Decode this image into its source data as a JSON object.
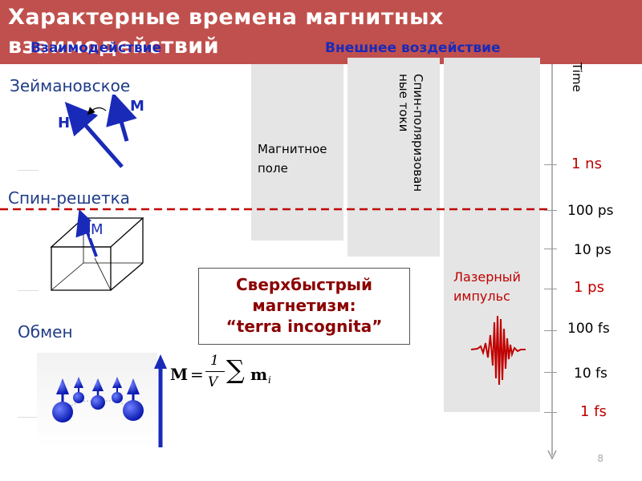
{
  "slide": {
    "title": "Характерные времена магнитных взаимодействий",
    "page_number": "8"
  },
  "columns": {
    "interactions": "Взаимодействие",
    "external": "Внешнее воздействие"
  },
  "interactions": {
    "zeeman": {
      "label": "Зеймановское",
      "h": "H",
      "m": "M"
    },
    "spin_lattice": {
      "label": "Спин-решетка",
      "m": "M"
    },
    "exchange": {
      "label": "Обмен"
    }
  },
  "formula": {
    "lhs": "M",
    "eq": "=",
    "num": "1",
    "den": "V",
    "sum": "∑",
    "term": "m",
    "sub": "i"
  },
  "external": {
    "magnetic_field": "Магнитное поле",
    "spin_currents": "Спин-поляризованные токи",
    "laser_pulse": "Лазерный импульс"
  },
  "callout": {
    "line1": "Сверхбыстрый",
    "line2": "магнетизм:",
    "line3": "“terra incognita”"
  },
  "timeline": {
    "axis_label": "Time",
    "ticks": [
      {
        "label": "1 ns",
        "color": "#c00000"
      },
      {
        "label": "100 ps",
        "color": "#000000"
      },
      {
        "label": "10 ps",
        "color": "#000000"
      },
      {
        "label": "1 ps",
        "color": "#c00000"
      },
      {
        "label": "100 fs",
        "color": "#000000"
      },
      {
        "label": "10 fs",
        "color": "#000000"
      },
      {
        "label": "1 fs",
        "color": "#c00000"
      }
    ]
  },
  "colors": {
    "header": "#c0504d",
    "blue": "#1f3c88",
    "arrow_blue": "#1a2ab8",
    "red": "#c00000",
    "gray_box": "#e5e5e5"
  }
}
